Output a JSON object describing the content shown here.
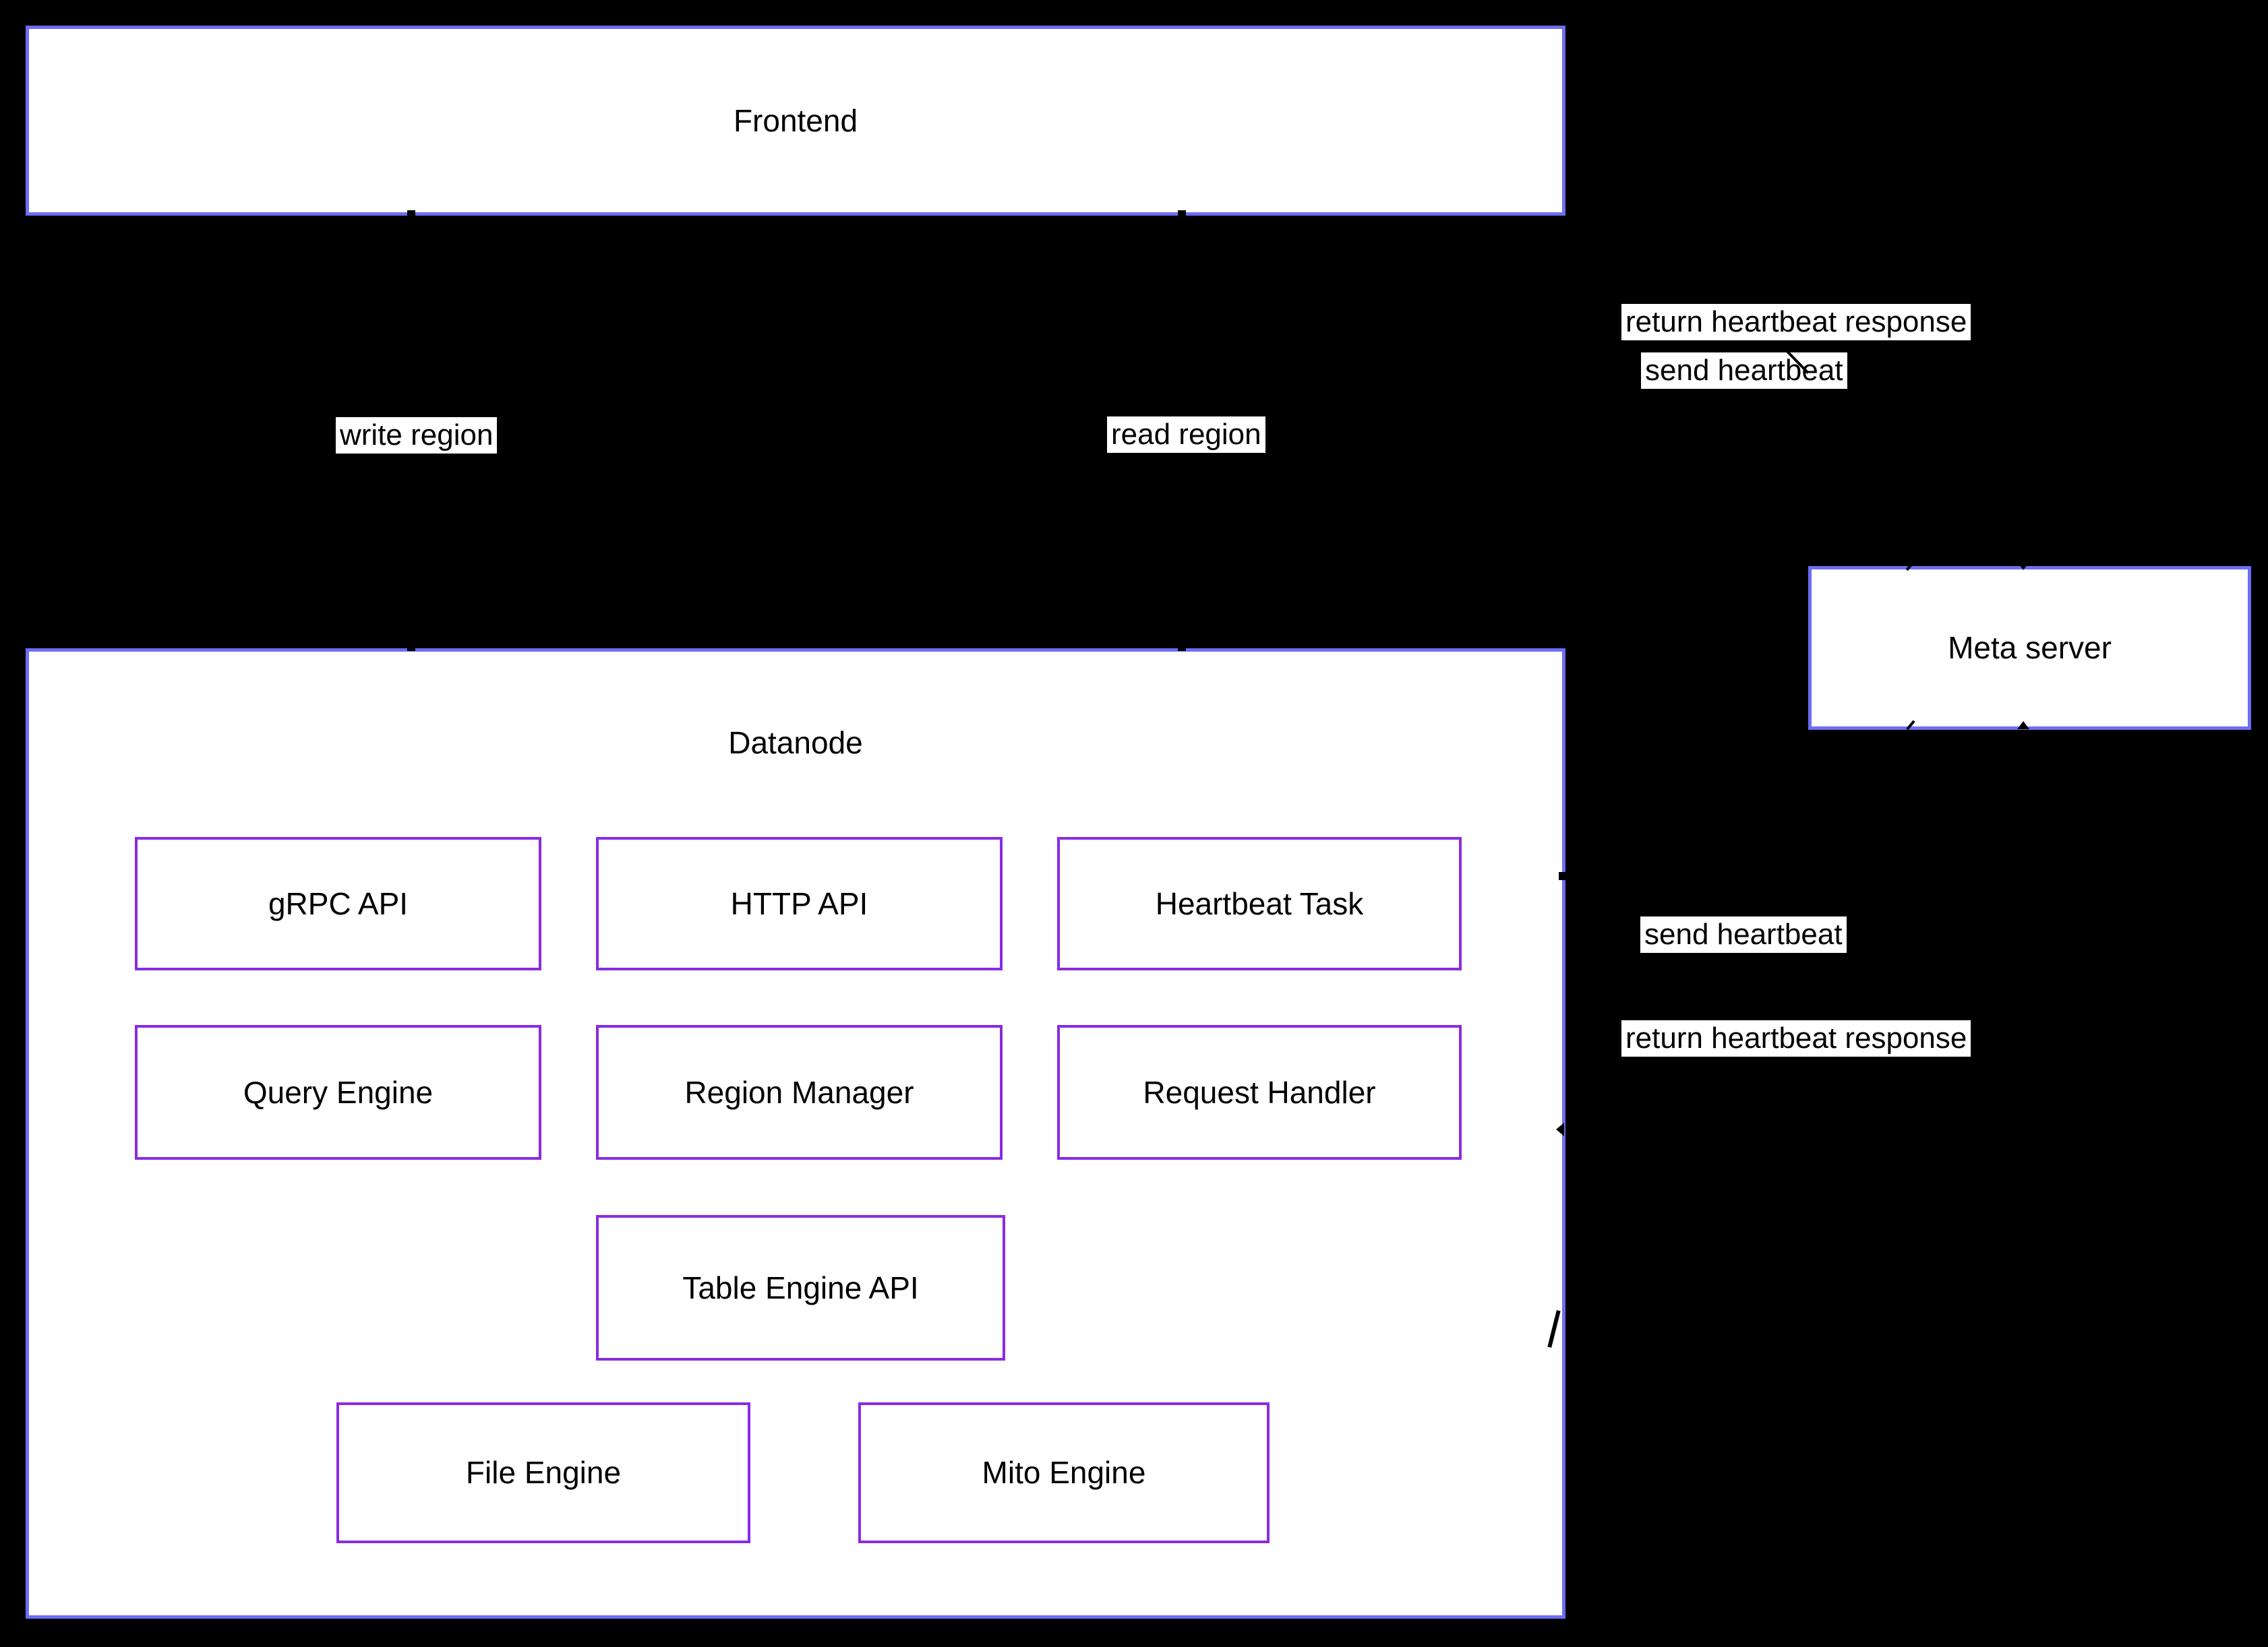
{
  "colors": {
    "background": "#000000",
    "box_fill": "#ffffff",
    "outer_border": "#6b6ef5",
    "inner_border": "#8a2be2",
    "text": "#000000"
  },
  "nodes": {
    "frontend": {
      "label": "Frontend"
    },
    "datanode": {
      "label": "Datanode"
    },
    "meta_server": {
      "label": "Meta server"
    },
    "grpc_api": {
      "label": "gRPC API"
    },
    "http_api": {
      "label": "HTTP API"
    },
    "heartbeat_task": {
      "label": "Heartbeat Task"
    },
    "query_engine": {
      "label": "Query Engine"
    },
    "region_manager": {
      "label": "Region Manager"
    },
    "request_handler": {
      "label": "Request Handler"
    },
    "table_engine_api": {
      "label": "Table Engine API"
    },
    "file_engine": {
      "label": "File Engine"
    },
    "mito_engine": {
      "label": "Mito Engine"
    }
  },
  "edge_labels": {
    "write_region": "write region",
    "read_region": "read region",
    "send_heartbeat_frontend": "send heartbeat",
    "return_heartbeat_frontend": "return heartbeat response",
    "send_heartbeat_datanode": "send heartbeat",
    "return_heartbeat_datanode": "return heartbeat response"
  }
}
